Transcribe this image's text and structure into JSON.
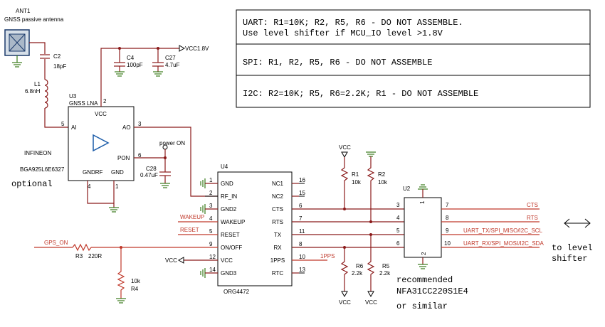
{
  "notes": {
    "uart_line1": "UART: R1=10K; R2, R5, R6 - DO NOT ASSEMBLE.",
    "uart_line2": "Use level shifter if MCU_IO level >1.8V",
    "spi": "SPI: R1, R2, R5, R6 - DO NOT ASSEMBLE",
    "i2c": "I2C: R2=10K; R5, R6=2.2K; R1 - DO NOT ASSEMBLE"
  },
  "antenna": {
    "ref": "ANT1",
    "desc": "GNSS passive antenna"
  },
  "c2": {
    "ref": "C2",
    "value": "18pF"
  },
  "l1": {
    "ref": "L1",
    "value": "6.8nH"
  },
  "c4": {
    "ref": "C4",
    "value": "100pF"
  },
  "c27": {
    "ref": "C27",
    "value": "4.7uF"
  },
  "vcc18": "VCC1.8V",
  "u3": {
    "ref": "U3",
    "name": "GNSS LNA",
    "pins": {
      "vcc": "VCC",
      "ai": "AI",
      "ao": "AO",
      "pon": "PON",
      "gndrf": "GNDRF",
      "gnd": "GND"
    },
    "nums": {
      "vcc": "2",
      "ai": "5",
      "ao": "3",
      "pon": "6",
      "gndrf": "4",
      "gnd": "1"
    },
    "maker": "INFINEON",
    "part": "BGA925L6E6327",
    "opt": "optional"
  },
  "power_on": "power ON",
  "c28": {
    "ref": "C28",
    "value": "0.47uF"
  },
  "u4": {
    "ref": "U4",
    "part": "ORG4472",
    "left": [
      {
        "n": "1",
        "l": "GND"
      },
      {
        "n": "2",
        "l": "RF_IN"
      },
      {
        "n": "3",
        "l": "GND2"
      },
      {
        "n": "4",
        "l": "WAKEUP"
      },
      {
        "n": "5",
        "l": "RESET"
      },
      {
        "n": "9",
        "l": "ON/OFF"
      },
      {
        "n": "12",
        "l": "VCC"
      },
      {
        "n": "14",
        "l": "GND3"
      }
    ],
    "right": [
      {
        "n": "16",
        "l": "NC1"
      },
      {
        "n": "15",
        "l": "NC2"
      },
      {
        "n": "6",
        "l": "CTS"
      },
      {
        "n": "7",
        "l": "RTS"
      },
      {
        "n": "11",
        "l": "TX"
      },
      {
        "n": "8",
        "l": "RX"
      },
      {
        "n": "10",
        "l": "1PPS"
      },
      {
        "n": "13",
        "l": "RTC"
      }
    ]
  },
  "nets": {
    "wakeup": "WAKEUP",
    "reset": "RESET",
    "gps_on": "GPS_ON",
    "vcc": "VCC",
    "pps": "1PPS",
    "cts": "CTS",
    "rts": "RTS",
    "tx": "UART_TX/SPI_MISO/I2C_SCL",
    "rx": "UART_RX/SPI_MOSI/I2C_SDA"
  },
  "r1": {
    "ref": "R1",
    "value": "10k"
  },
  "r2": {
    "ref": "R2",
    "value": "10k"
  },
  "r3": {
    "ref": "R3",
    "value": "220R"
  },
  "r4": {
    "ref": "R4",
    "value": "10k"
  },
  "r5": {
    "ref": "R5",
    "value": "2.2k"
  },
  "r6": {
    "ref": "R6",
    "value": "2.2k"
  },
  "u2": {
    "ref": "U2",
    "left_nums": [
      "3",
      "4",
      "5",
      "6"
    ],
    "right_nums": [
      "7",
      "8",
      "9",
      "10"
    ],
    "top_num": "1",
    "bot_num": "2"
  },
  "shifter": {
    "line1": "to level",
    "line2": "shifter"
  },
  "recommend": {
    "line1": "recommended",
    "line2": "NFA31CC220S1E4",
    "line3": "or similar"
  }
}
